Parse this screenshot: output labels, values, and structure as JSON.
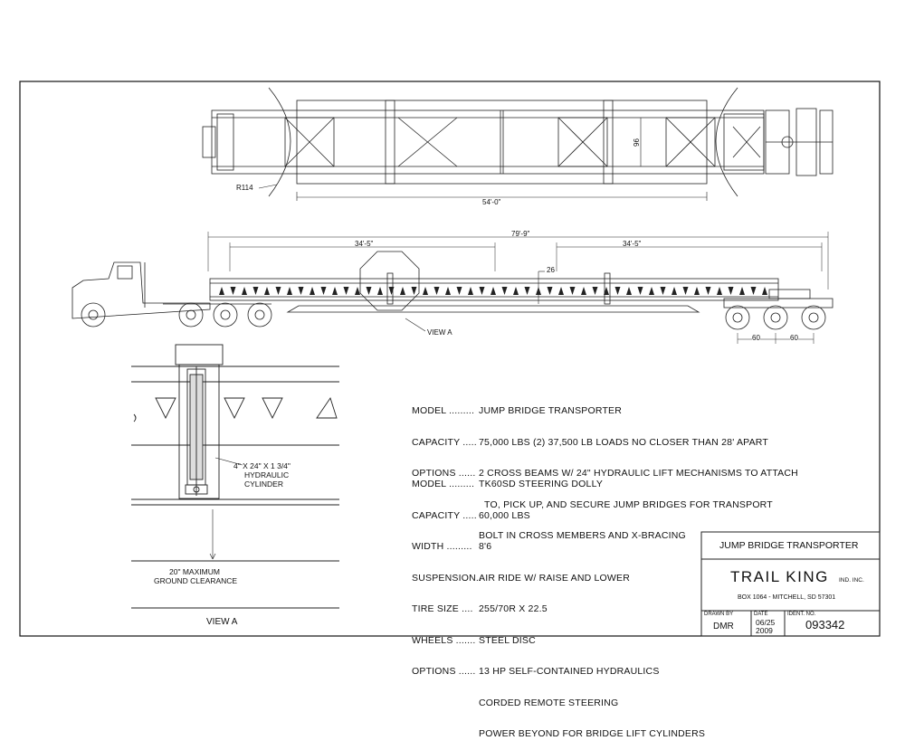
{
  "top_view": {
    "radius_label": "R114",
    "length_label": "54'-0\"",
    "width_label": "96"
  },
  "side_view": {
    "overall_length": "79'-9\"",
    "left_span": "34'-5\"",
    "right_span": "34'-5\"",
    "height_label": "26",
    "view_label": "VIEW A",
    "axle_spacing_1": "60",
    "axle_spacing_2": "60"
  },
  "detail_view": {
    "cylinder_label_line1": "4\" X 24\" X 1 3/4\"",
    "cylinder_label_line2": "HYDRAULIC",
    "cylinder_label_line3": "CYLINDER",
    "clearance_line1": "20\" MAXIMUM",
    "clearance_line2": "GROUND CLEARANCE",
    "title": "VIEW A"
  },
  "spec_transporter": [
    {
      "label": "MODEL .........",
      "value": "JUMP BRIDGE TRANSPORTER"
    },
    {
      "label": "CAPACITY .....",
      "value": "75,000 LBS (2) 37,500 LB LOADS NO CLOSER THAN 28' APART"
    },
    {
      "label": "OPTIONS ......",
      "value": "2 CROSS BEAMS W/ 24\" HYDRAULIC LIFT MECHANISMS TO ATTACH"
    },
    {
      "label": "",
      "value": "  TO, PICK UP, AND SECURE JUMP BRIDGES FOR TRANSPORT"
    },
    {
      "label": "",
      "value": "BOLT IN CROSS MEMBERS AND X-BRACING"
    }
  ],
  "spec_dolly": [
    {
      "label": "MODEL .........",
      "value": "TK60SD STEERING DOLLY"
    },
    {
      "label": "CAPACITY .....",
      "value": "60,000 LBS"
    },
    {
      "label": "WIDTH .........",
      "value": "8'6"
    },
    {
      "label": "SUSPENSION..",
      "value": "AIR RIDE W/ RAISE AND LOWER"
    },
    {
      "label": "TIRE SIZE ....",
      "value": "255/70R X 22.5"
    },
    {
      "label": "WHEELS .......",
      "value": "STEEL DISC"
    },
    {
      "label": "OPTIONS ......",
      "value": "13 HP SELF-CONTAINED HYDRAULICS"
    },
    {
      "label": "",
      "value": "CORDED REMOTE STEERING"
    },
    {
      "label": "",
      "value": "POWER BEYOND FOR BRIDGE LIFT CYLINDERS"
    }
  ],
  "title_block": {
    "title": "JUMP BRIDGE TRANSPORTER",
    "company": "TRAIL KING",
    "company_suffix": "IND. INC.",
    "address": "BOX 1064 - MITCHELL, SD 57301",
    "drawn_by_label": "DRAWN BY",
    "date_label": "DATE",
    "ident_label": "IDENT. NO.",
    "drawn_by": "DMR",
    "date_line1": "06/25",
    "date_line2": "2009",
    "ident_no": "093342"
  }
}
